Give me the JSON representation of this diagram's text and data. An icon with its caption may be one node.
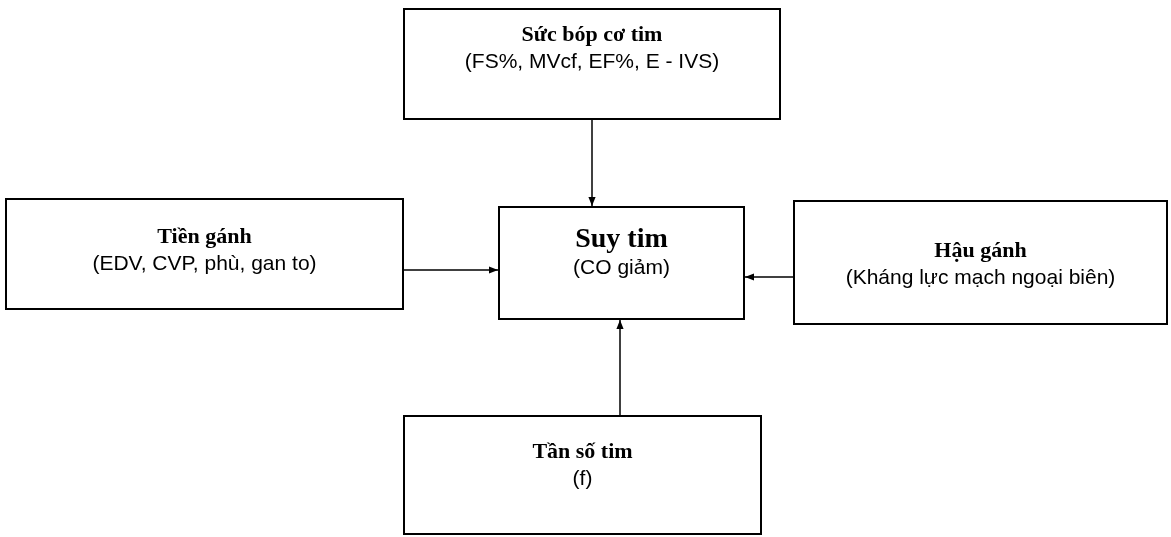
{
  "diagram": {
    "nodes": [
      {
        "text": [
          "Sức bóp cơ tim",
          "(FS%, MVcf, EF%, E - IVS)"
        ]
      },
      {
        "text": [
          "Tiền gánh",
          "(EDV, CVP, phù, gan to)"
        ]
      },
      {
        "text": [
          "Suy tim",
          "(CO giảm)"
        ]
      },
      {
        "text": [
          "Hậu gánh",
          "(Kháng lực mạch ngoại biên)"
        ]
      },
      {
        "text": [
          "Tần số tim",
          "(f)"
        ]
      }
    ],
    "edges": [
      {
        "from": 0,
        "to": 2,
        "arrow": "to"
      },
      {
        "from": 1,
        "to": 2,
        "arrow": "to"
      },
      {
        "from": 3,
        "to": 2,
        "arrow": "to"
      },
      {
        "from": 4,
        "to": 2,
        "arrow": "to"
      }
    ]
  }
}
